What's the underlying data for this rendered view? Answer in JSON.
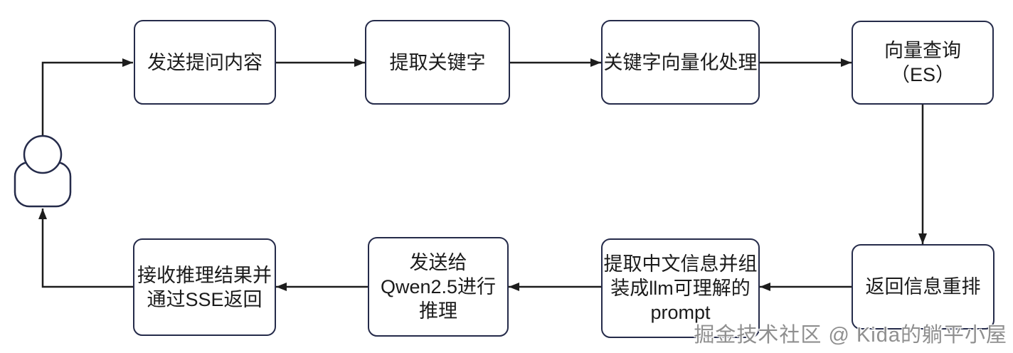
{
  "diagram": {
    "title_hint": "RAG question-answer flow",
    "steps": [
      {
        "id": "send-question",
        "lines": [
          "发送提问内容"
        ]
      },
      {
        "id": "extract-keywords",
        "lines": [
          "提取关键字"
        ]
      },
      {
        "id": "vectorize",
        "lines": [
          "关键字向量化处理"
        ]
      },
      {
        "id": "vector-query",
        "lines": [
          "向量查询",
          "（ES）"
        ]
      },
      {
        "id": "rerank",
        "lines": [
          "返回信息重排"
        ]
      },
      {
        "id": "build-prompt",
        "lines": [
          "提取中文信息并组",
          "装成llm可理解的",
          "prompt"
        ]
      },
      {
        "id": "send-to-qwen",
        "lines": [
          "发送给",
          "Qwen2.5进行",
          "推理"
        ]
      },
      {
        "id": "receive-sse",
        "lines": [
          "接收推理结果并",
          "通过SSE返回"
        ]
      }
    ],
    "actor": {
      "icon": "user-icon"
    },
    "colors": {
      "box_border": "#252b4a",
      "arrow": "#1d1d1d",
      "text": "#1b1b1b",
      "watermark": "#8f8f8f",
      "background": "#ffffff"
    }
  },
  "watermark": {
    "text": "掘金技术社区 @ Kida的躺平小屋"
  }
}
